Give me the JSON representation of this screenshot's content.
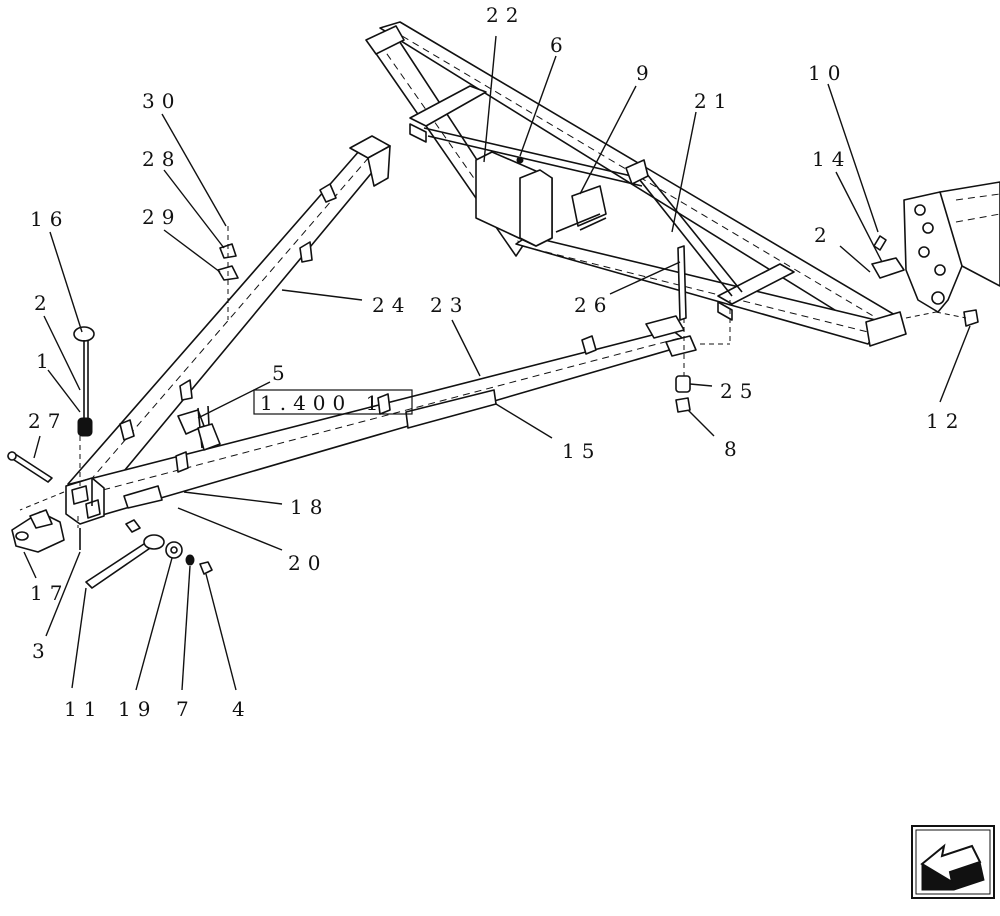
{
  "callouts": {
    "c22": "22",
    "c6": "6",
    "c9": "9",
    "c21": "21",
    "c10": "10",
    "c30": "30",
    "c28": "28",
    "c29": "29",
    "c14": "14",
    "c2_right": "2",
    "c16": "16",
    "c2_left": "2",
    "c1": "1",
    "c27": "27",
    "c24": "24",
    "c23": "23",
    "c26": "26",
    "c5": "5",
    "c25": "25",
    "c12": "12",
    "c15": "15",
    "c8": "8",
    "c18": "18",
    "c20": "20",
    "c17": "17",
    "c3": "3",
    "c11": "11",
    "c19": "19",
    "c7": "7",
    "c4": "4"
  },
  "reference": "1.400 1",
  "nav_icon": "arrow-back-icon"
}
